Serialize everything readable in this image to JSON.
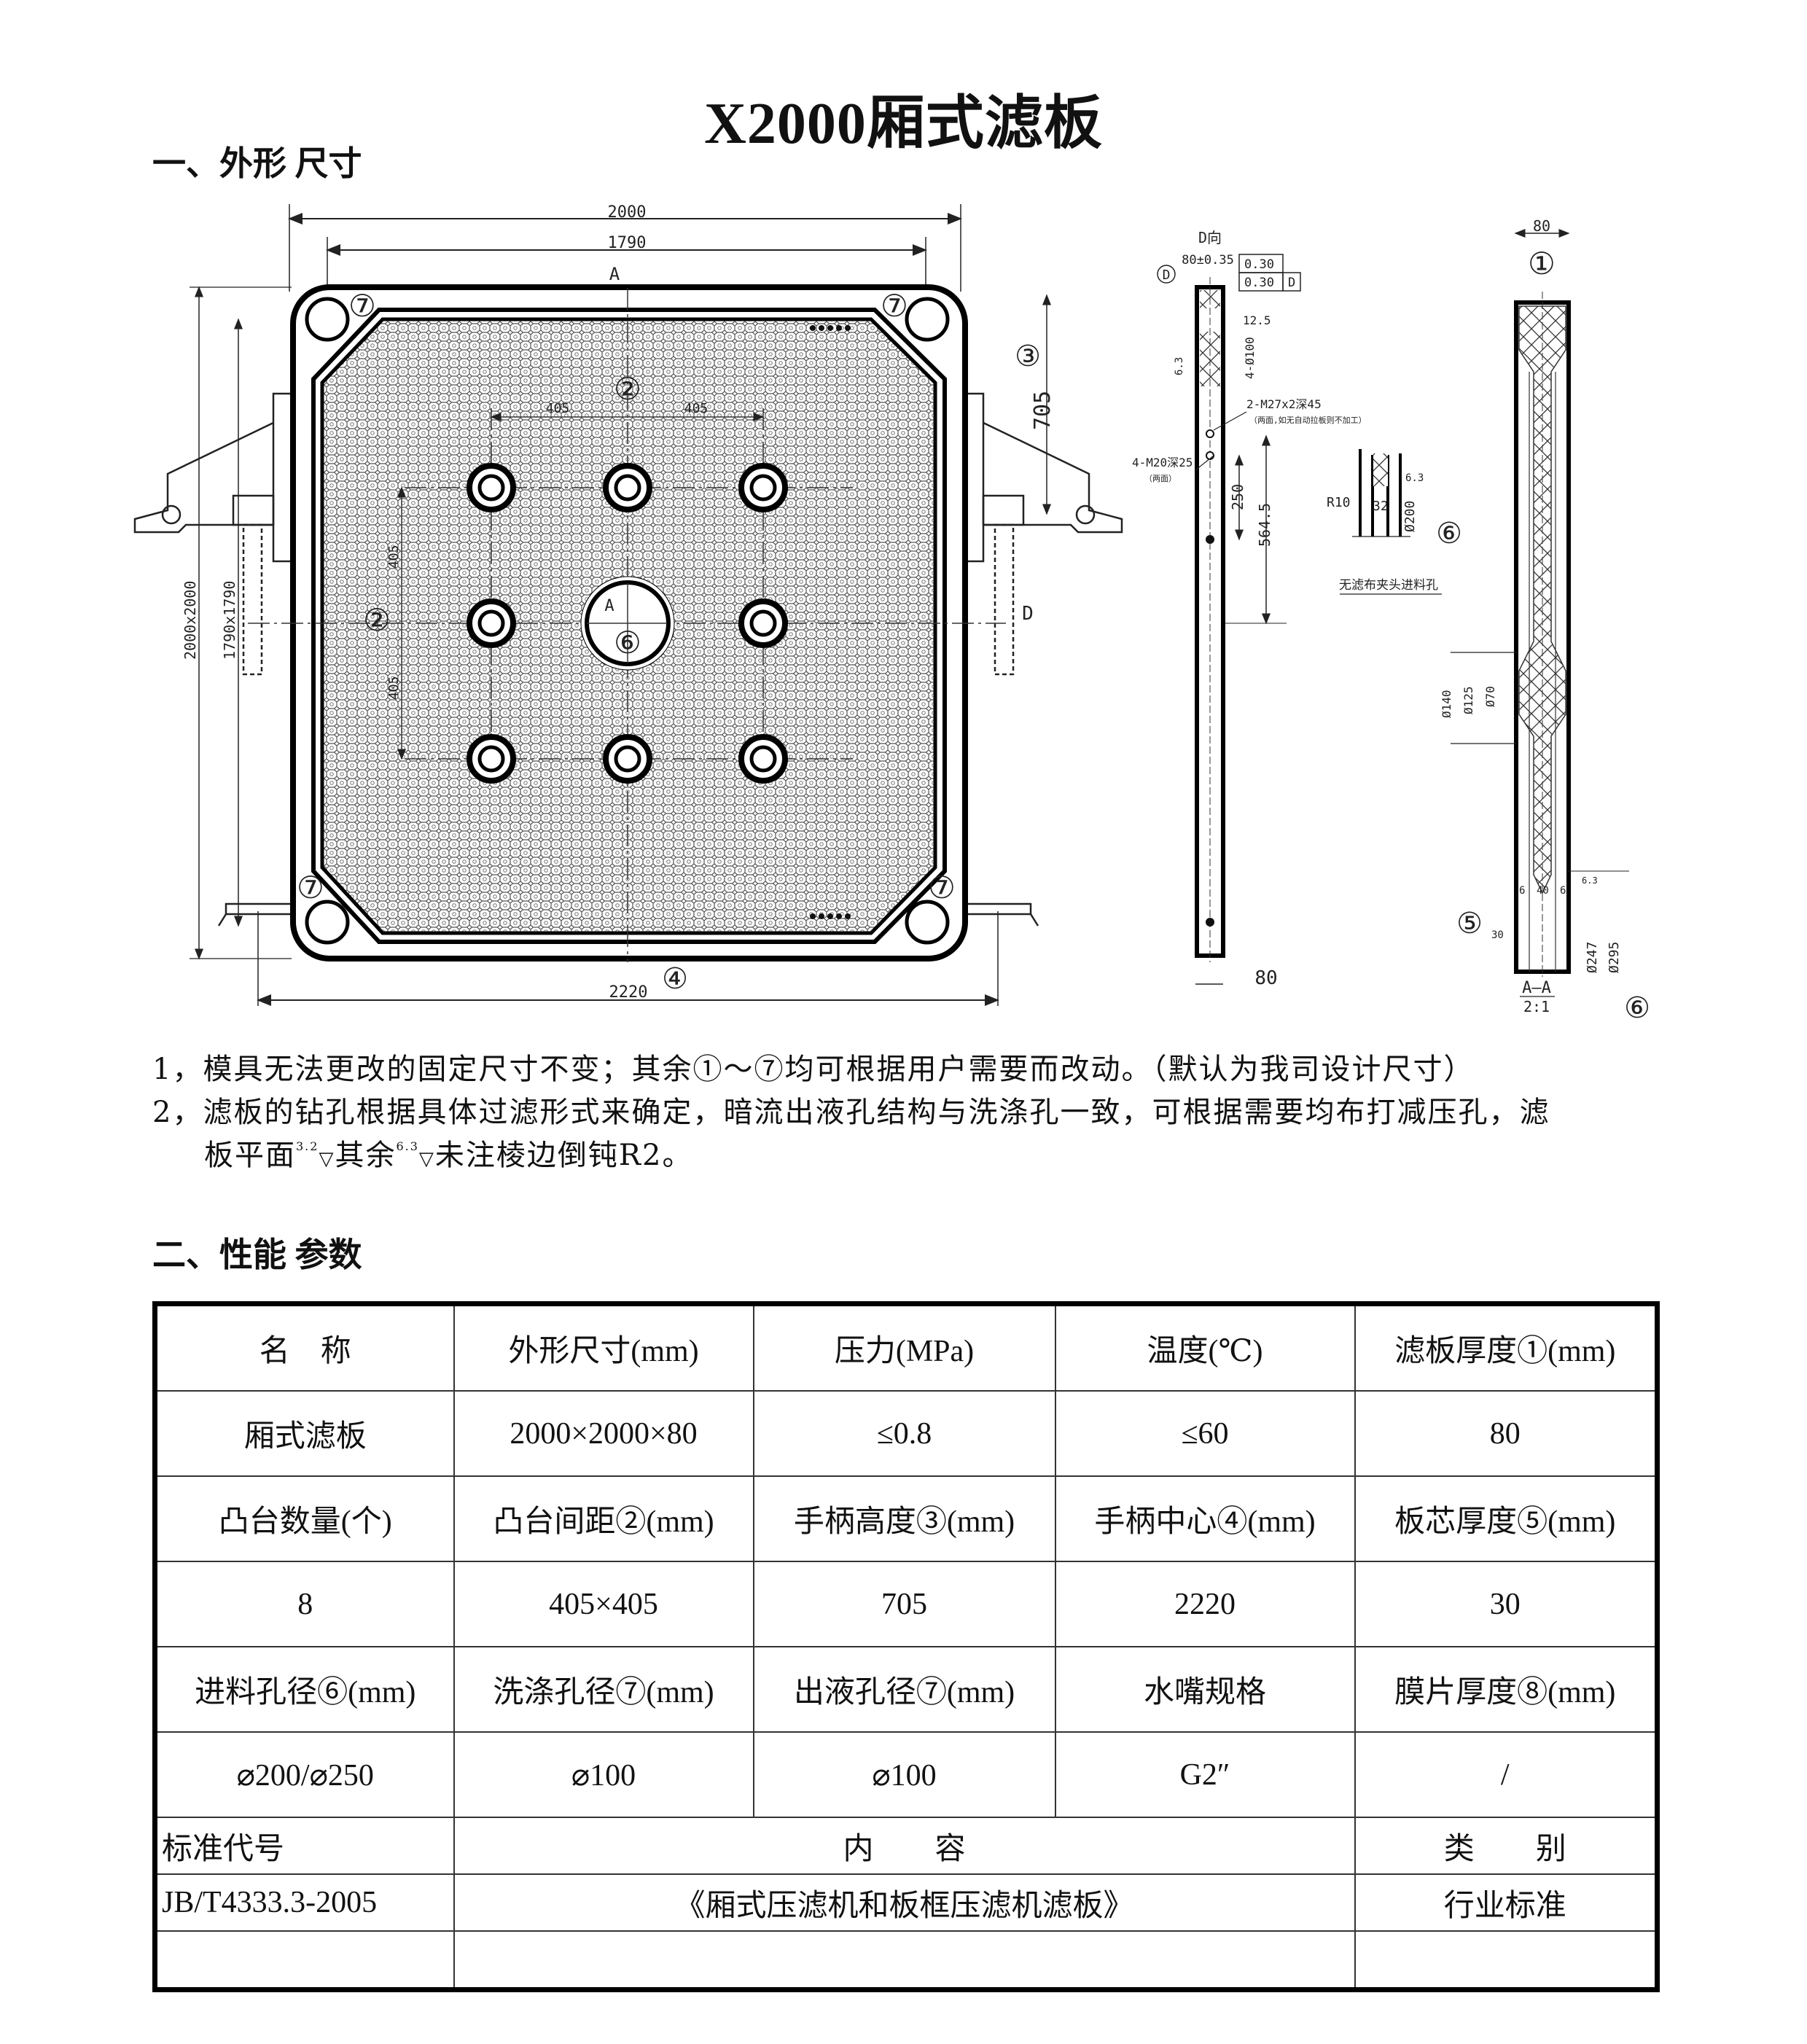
{
  "title": "X2000厢式滤板",
  "section1": "一、外形 尺寸",
  "section2": "二、性能 参数",
  "drawing": {
    "front": {
      "dim_overall": "2000",
      "dim_inner": "1790",
      "dim_handle_center": "2220",
      "dim_handle_height": "705",
      "dim_left_outer": "2000x2000",
      "dim_left_inner": "1790x1790",
      "boss_spacing_h": "405",
      "boss_spacing_v": "405",
      "section_mark": "A",
      "view_mark": "D",
      "label_1": "①",
      "label_2": "②",
      "label_3": "③",
      "label_4": "④",
      "label_5": "⑤",
      "label_6": "⑥",
      "label_7": "⑦"
    },
    "side": {
      "view_title": "D向",
      "thickness_tol": "80±0.35",
      "datum": "D",
      "flatness": "0.30",
      "parallelism": "0.30",
      "roughness_12_5": "12.5",
      "holes_100": "4-Ø100",
      "roughness_6_3": "6.3",
      "thread_m27": "2-M27x2深45",
      "thread_m27_note": "（两面,如无自动拉板则不加工）",
      "thread_m20": "4-M20深25",
      "thread_m20_note": "（两面）",
      "dim_250": "250",
      "dim_564_5": "564.5",
      "dim_80": "80"
    },
    "feed_detail": {
      "r10": "R10",
      "dim_32": "32",
      "dia_200": "Ø200",
      "roughness": "6.3",
      "caption": "无滤布夹头进料孔"
    },
    "section_aa": {
      "dim_80": "80",
      "dia_140": "Ø140",
      "dia_125": "Ø125",
      "dia_70": "Ø70",
      "dim_6a": "6",
      "dim_40": "40",
      "dim_6b": "6",
      "dim_30": "30",
      "dia_247": "Ø247",
      "dia_295": "Ø295",
      "roughness": "6.3",
      "name": "A—A",
      "scale": "2:1"
    }
  },
  "notes": [
    "1，模具无法更改的固定尺寸不变；其余①～⑦均可根据用户需要而改动。（默认为我司设计尺寸）",
    "2，滤板的钻孔根据具体过滤形式来确定，暗流出液孔结构与洗涤孔一致，可根据需要均布打减压孔，滤",
    "板平面",
    "其余",
    "未注棱边倒钝R2。"
  ],
  "roughness_marks": [
    "3.2",
    "6.3"
  ],
  "table": {
    "rows": [
      [
        "名　称",
        "外形尺寸(mm)",
        "压力(MPa)",
        "温度(℃)",
        "滤板厚度①(mm)"
      ],
      [
        "厢式滤板",
        "2000×2000×80",
        "≤0.8",
        "≤60",
        "80"
      ],
      [
        "凸台数量(个)",
        "凸台间距②(mm)",
        "手柄高度③(mm)",
        "手柄中心④(mm)",
        "板芯厚度⑤(mm)"
      ],
      [
        "8",
        "405×405",
        "705",
        "2220",
        "30"
      ],
      [
        "进料孔径⑥(mm)",
        "洗涤孔径⑦(mm)",
        "出液孔径⑦(mm)",
        "水嘴规格",
        "膜片厚度⑧(mm)"
      ],
      [
        "⌀200/⌀250",
        "⌀100",
        "⌀100",
        "G2″",
        "/"
      ]
    ],
    "standard": {
      "header": [
        "标准代号",
        "内　　容",
        "类　　别"
      ],
      "row": [
        "JB/T4333.3-2005",
        "《厢式压滤机和板框压滤机滤板》",
        "行业标准"
      ]
    }
  }
}
